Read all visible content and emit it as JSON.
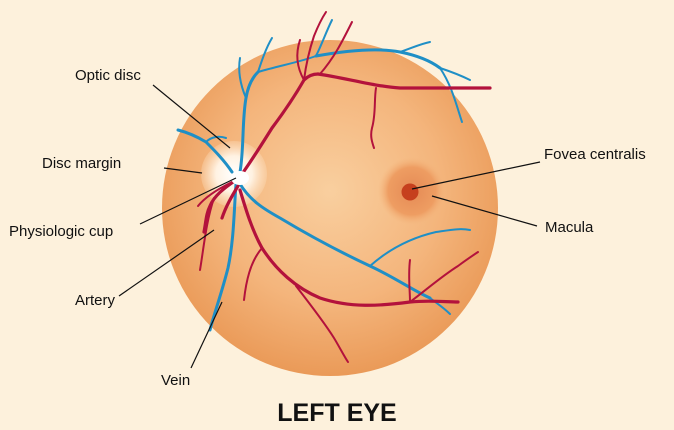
{
  "labels": {
    "optic_disc": "Optic disc",
    "disc_margin": "Disc margin",
    "physiologic_cup": "Physiologic cup",
    "artery": "Artery",
    "vein": "Vein",
    "fovea_centralis": "Fovea centralis",
    "macula": "Macula"
  },
  "title": "LEFT EYE",
  "colors": {
    "background": "#fdf1dc",
    "retina": "#f3ad6e",
    "artery": "#b3123c",
    "vein": "#1f8fc6",
    "fovea": "#c6401e"
  }
}
